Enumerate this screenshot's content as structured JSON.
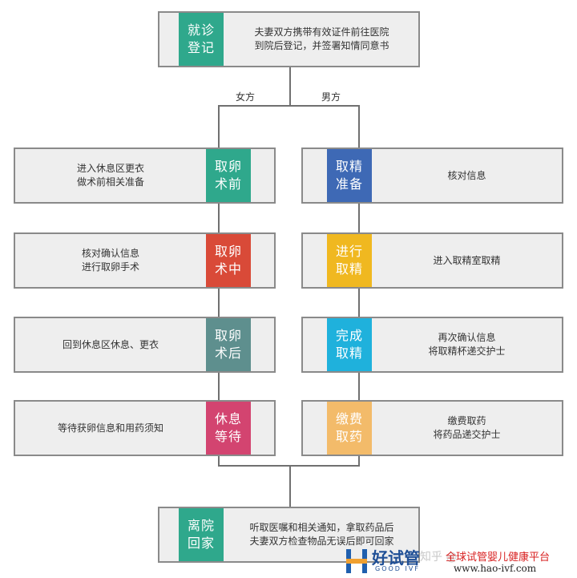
{
  "colors": {
    "teal_green": "#2fa88c",
    "blue": "#3e69b5",
    "red": "#d94a38",
    "yellow": "#f0b820",
    "light_blue": "#1fb1dc",
    "slate": "#5e8f8e",
    "rose": "#d34470",
    "orange": "#f3bb6a",
    "box_bg": "#eeeeee",
    "box_border": "#8a8a8a"
  },
  "top": {
    "label": [
      "就诊",
      "登记"
    ],
    "desc": [
      "夫妻双方携带有效证件前往医院",
      "到院后登记，并签署知情同意书"
    ]
  },
  "branches": {
    "female": "女方",
    "male": "男方"
  },
  "female_steps": [
    {
      "label": [
        "取卵",
        "术前"
      ],
      "desc": [
        "进入休息区更衣",
        "做术前相关准备"
      ]
    },
    {
      "label": [
        "取卵",
        "术中"
      ],
      "desc": [
        "核对确认信息",
        "进行取卵手术"
      ]
    },
    {
      "label": [
        "取卵",
        "术后"
      ],
      "desc": [
        "回到休息区休息、更衣"
      ]
    },
    {
      "label": [
        "休息",
        "等待"
      ],
      "desc": [
        "等待获卵信息和用药须知"
      ]
    }
  ],
  "male_steps": [
    {
      "label": [
        "取精",
        "准备"
      ],
      "desc": [
        "核对信息"
      ]
    },
    {
      "label": [
        "进行",
        "取精"
      ],
      "desc": [
        "进入取精室取精"
      ]
    },
    {
      "label": [
        "完成",
        "取精"
      ],
      "desc": [
        "再次确认信息",
        "将取精杯递交护士"
      ]
    },
    {
      "label": [
        "缴费",
        "取药"
      ],
      "desc": [
        "缴费取药",
        "将药品递交护士"
      ]
    }
  ],
  "bottom": {
    "label": [
      "离院",
      "回家"
    ],
    "desc": [
      "听取医嘱和相关通知，拿取药品后",
      "夫妻双方检查物品无误后即可回家"
    ]
  },
  "watermark": {
    "zhihu": "知乎 @",
    "brand": "好试管",
    "brand_sub": "GOOD IVF",
    "slogan": "全球试管婴儿健康平台",
    "url": "www.hao-ivf.com"
  }
}
